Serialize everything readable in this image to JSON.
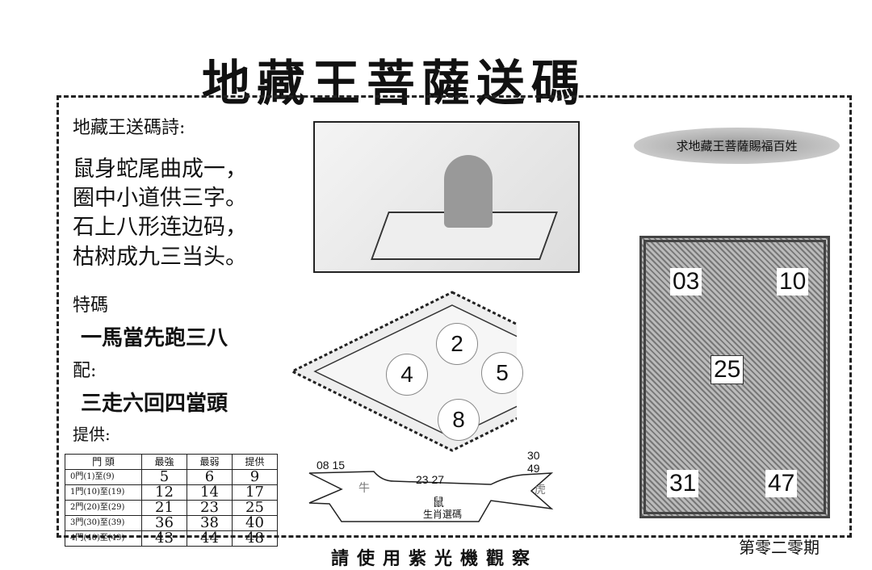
{
  "title": "地藏王菩薩送碼",
  "poem": {
    "heading": "地藏王送碼詩:",
    "lines": [
      "鼠身蛇尾曲成一，",
      "圈中小道供三字。",
      "石上八形连边码，",
      "枯树成九三当头。"
    ]
  },
  "special": {
    "label": "特碼",
    "text": "一馬當先跑三八",
    "pair_label": "配:",
    "pair_text": "三走六回四當頭",
    "provide_label": "提供:"
  },
  "diamond_numbers": [
    "2",
    "4",
    "5",
    "8"
  ],
  "table": {
    "headers": [
      "門 頭",
      "最強",
      "最弱",
      "提供"
    ],
    "rows": [
      [
        "0門(1)至(9)",
        "5",
        "6",
        "9"
      ],
      [
        "1門(10)至(19)",
        "12",
        "14",
        "17"
      ],
      [
        "2門(20)至(29)",
        "21",
        "23",
        "25"
      ],
      [
        "3門(30)至(39)",
        "36",
        "38",
        "40"
      ],
      [
        "4門(40)至(49)",
        "43",
        "44",
        "48"
      ]
    ]
  },
  "ribbon": {
    "left_nums": "08 15",
    "left_zodiac": "牛",
    "mid_nums": "23  27",
    "mid_zodiac": "鼠",
    "caption": "生肖選碼",
    "right_nums": "30 49",
    "right_zodiac": "虎"
  },
  "banner": "求地藏王菩薩賜福百姓",
  "buddha_numbers": {
    "tl": "03",
    "tr": "10",
    "center": "25",
    "bl": "31",
    "br": "47"
  },
  "footer": "請使用紫光機觀察",
  "issue": "第零二零期"
}
